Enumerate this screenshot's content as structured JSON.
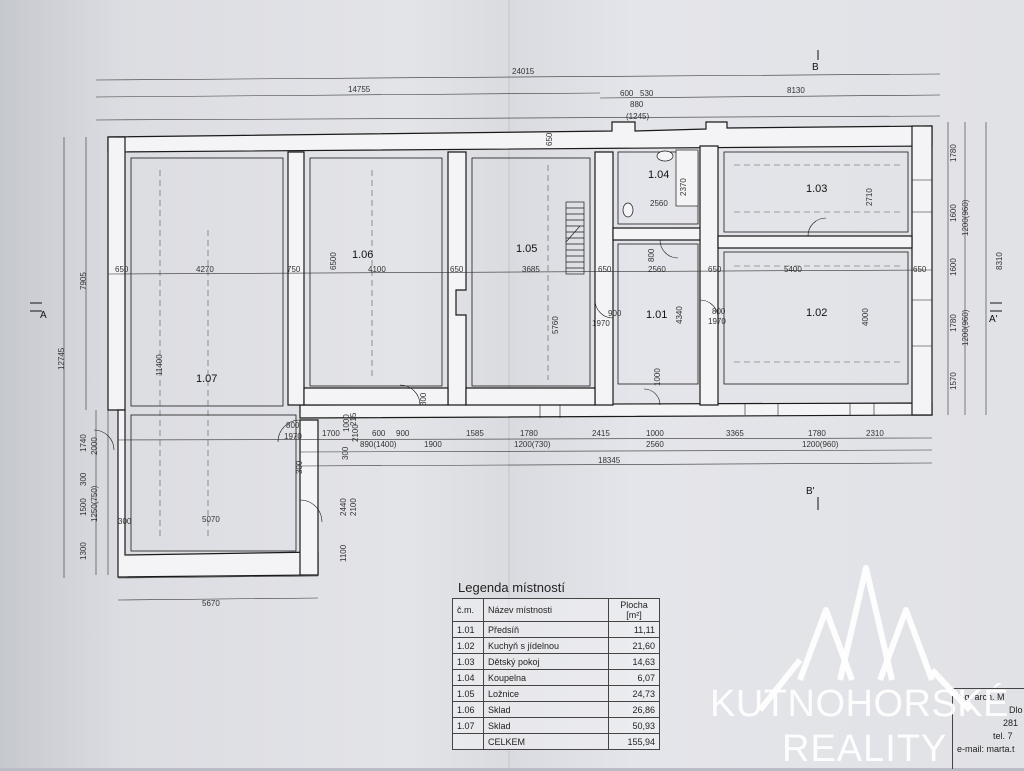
{
  "dimensions": {
    "overall_width": "24015",
    "left_width": "14755",
    "right_width": "8130",
    "top_600": "600",
    "top_530": "530",
    "top_880": "880",
    "top_1245": "(1245)",
    "height_12745": "12745",
    "height_7905": "7905",
    "height_8310": "8310",
    "row_650a": "650",
    "row_4270": "4270",
    "row_750": "750",
    "row_4100": "4100",
    "row_650b": "650",
    "row_3685": "3685",
    "row_650c": "650",
    "row_2560a": "2560",
    "row_650d": "650",
    "row_5400": "5400",
    "row_650e": "650",
    "h_11400": "11400",
    "h_6500": "6500",
    "h_5760": "5760",
    "h_650top": "650",
    "h_2370": "2370",
    "h_2560b": "2560",
    "h_2710": "2710",
    "h_4340": "4340",
    "h_4000": "4000",
    "bot_1700": "1700",
    "bot_1000": "1000",
    "bot_215": "215",
    "bot_2100": "2100",
    "bot_600": "600",
    "bot_900": "900",
    "bot_1585": "1585",
    "bot_1780a": "1780",
    "bot_2415": "2415",
    "bot_1000b": "1000",
    "bot_3365": "3365",
    "bot_1780b": "1780",
    "bot_2310": "2310",
    "bot_890": "890(1400)",
    "bot_1900": "1900",
    "bot_1200a": "1200(730)",
    "bot_2560c": "2560",
    "bot_1200b": "1200(960)",
    "total_18345": "18345",
    "base_5070": "5070",
    "base_5670": "5670",
    "right_1780a": "1780",
    "right_1600a": "1600",
    "right_1200a": "1200(960)",
    "right_1600b": "1600",
    "right_1780b": "1780",
    "right_1200b": "1200(960)",
    "right_1570": "1570",
    "left_1740": "1740",
    "left_2000": "2000",
    "left_300": "300",
    "left_1500": "1500",
    "left_1250": "1250(750)",
    "left_300b": "300",
    "left_1300": "1300",
    "door_900": "900",
    "door_1970": "1970",
    "door_800": "800",
    "door_1970b": "1970",
    "door_1000": "1000",
    "door_2440": "2440",
    "door_2100b": "2100",
    "door_1100": "1100",
    "door_300c": "300",
    "door_300d": "300"
  },
  "sections": {
    "A_left": "A",
    "A_right": "A'",
    "B_top": "B",
    "B_bottom": "B'"
  },
  "rooms": {
    "r101": "1.01",
    "r102": "1.02",
    "r103": "1.03",
    "r104": "1.04",
    "r105": "1.05",
    "r106": "1.06",
    "r107": "1.07"
  },
  "legend": {
    "title": "Legenda místností",
    "header_num": "č.m.",
    "header_name": "Název místnosti",
    "header_area": "Plocha [m²]",
    "rows": [
      {
        "num": "1.01",
        "name": "Předsíň",
        "area": "11,11"
      },
      {
        "num": "1.02",
        "name": "Kuchyň s jídelnou",
        "area": "21,60"
      },
      {
        "num": "1.03",
        "name": "Dětský pokoj",
        "area": "14,63"
      },
      {
        "num": "1.04",
        "name": "Koupelna",
        "area": "6,07"
      },
      {
        "num": "1.05",
        "name": "Ložnice",
        "area": "24,73"
      },
      {
        "num": "1.06",
        "name": "Sklad",
        "area": "26,86"
      },
      {
        "num": "1.07",
        "name": "Sklad",
        "area": "50,93"
      }
    ],
    "total_label": "CELKEM",
    "total_area": "155,94"
  },
  "stamp": {
    "line1": "Ing. arch. M",
    "line2": "Dlo",
    "line3": "281",
    "line4": "tel. 7",
    "line5": "e-mail: marta.t"
  },
  "watermark": {
    "line1": "KUTNOHORSKÉ",
    "line2": "REALITY",
    "color": "#ffffff"
  }
}
